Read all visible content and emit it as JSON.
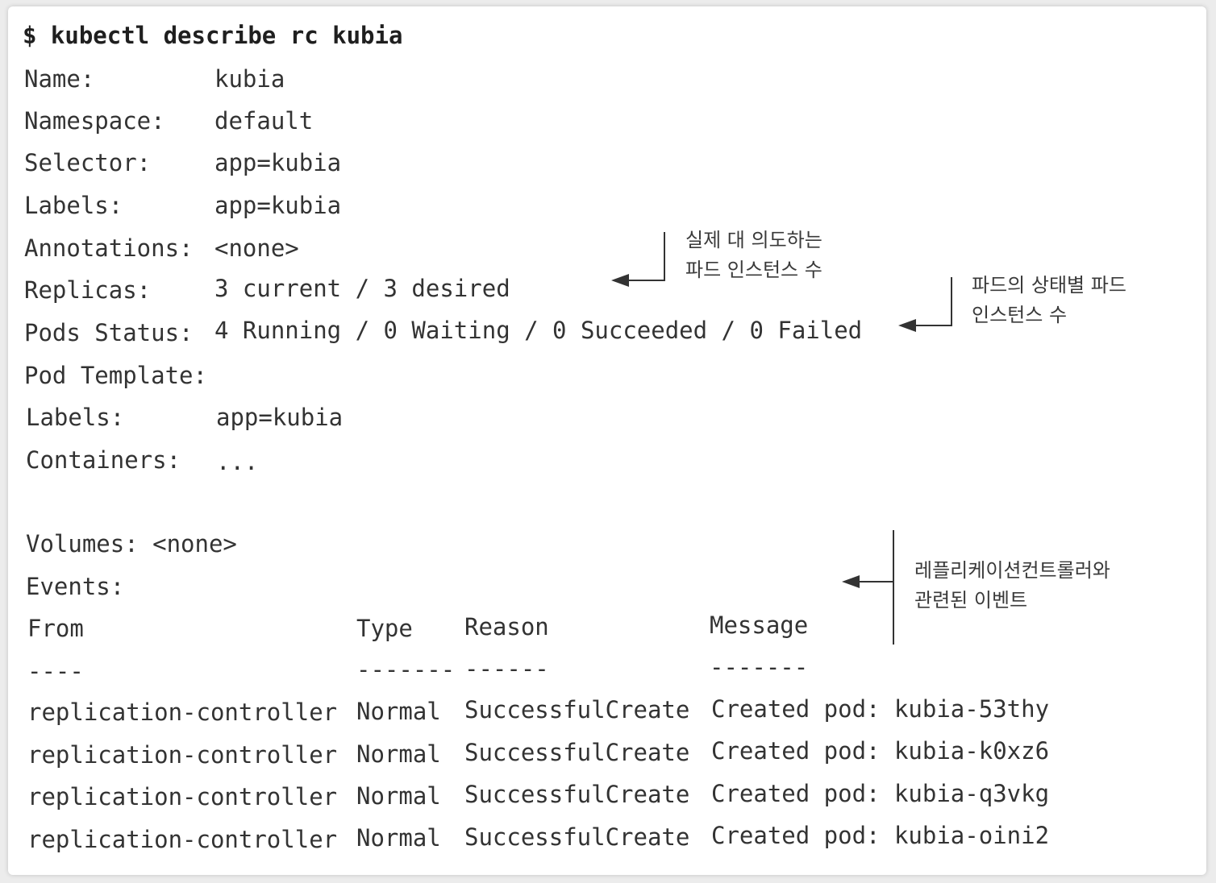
{
  "command": "$ kubectl describe rc kubia",
  "fields": [
    {
      "label": "Name:",
      "value": "kubia"
    },
    {
      "label": "Namespace:",
      "value": "default"
    },
    {
      "label": "Selector:",
      "value": "app=kubia"
    },
    {
      "label": "Labels:",
      "value": "app=kubia"
    },
    {
      "label": "Annotations:",
      "value": "<none>"
    },
    {
      "label": "Replicas:",
      "value": "3 current / 3 desired"
    },
    {
      "label": "Pods Status:",
      "value": "4 Running / 0 Waiting / 0 Succeeded / 0 Failed"
    },
    {
      "label": "Pod Template:",
      "value": ""
    },
    {
      "label": "Labels:",
      "value": "app=kubia"
    },
    {
      "label": "Containers:",
      "value": "..."
    }
  ],
  "volumes": "Volumes: <none>",
  "events_label": "Events:",
  "events_table": {
    "headers": [
      "From",
      "Type",
      "Reason",
      "Message"
    ],
    "separators": [
      "----",
      "-------",
      "------",
      "-------"
    ],
    "rows": [
      [
        "replication-controller",
        "Normal",
        "SuccessfulCreate",
        "Created pod: kubia-53thy"
      ],
      [
        "replication-controller",
        "Normal",
        "SuccessfulCreate",
        "Created pod: kubia-k0xz6"
      ],
      [
        "replication-controller",
        "Normal",
        "SuccessfulCreate",
        "Created pod: kubia-q3vkg"
      ],
      [
        "replication-controller",
        "Normal",
        "SuccessfulCreate",
        "Created pod: kubia-oini2"
      ]
    ]
  },
  "annotations": {
    "replicas_note": [
      "실제 대 의도하는",
      "파드 인스턴스 수"
    ],
    "pods_status_note": [
      "파드의 상태별 파드",
      "인스턴스 수"
    ],
    "events_note": [
      "레플리케이션컨트롤러와",
      "관련된 이벤트"
    ]
  }
}
